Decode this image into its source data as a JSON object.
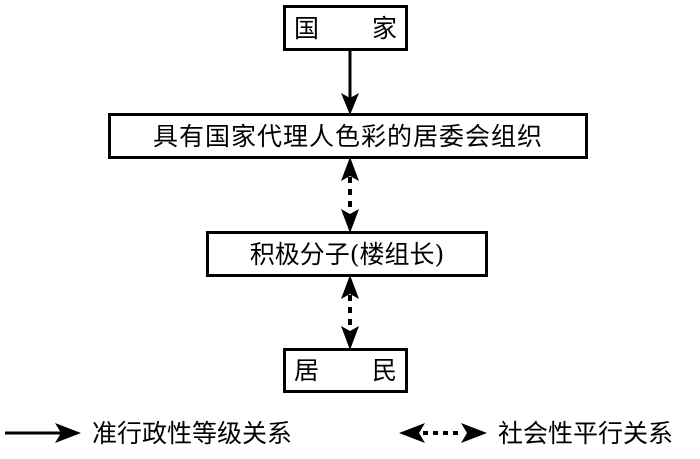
{
  "diagram": {
    "title_present": false,
    "background_color": "#ffffff",
    "line_color": "#000000",
    "nodes": [
      {
        "id": "state",
        "label": "国　家"
      },
      {
        "id": "committee",
        "label": "具有国家代理人色彩的居委会组织"
      },
      {
        "id": "activists",
        "label": "积极分子(楼组长)"
      },
      {
        "id": "residents",
        "label": "居　民"
      }
    ],
    "edges": [
      {
        "id": "state-committee",
        "from": "state",
        "to": "committee",
        "style": "solid",
        "arrows": "down",
        "relation": "准行政性等级关系"
      },
      {
        "id": "committee-activists",
        "from": "committee",
        "to": "activists",
        "style": "dashed",
        "arrows": "both",
        "relation": "社会性平行关系"
      },
      {
        "id": "activists-residents",
        "from": "activists",
        "to": "residents",
        "style": "dashed",
        "arrows": "both",
        "relation": "社会性平行关系"
      }
    ]
  },
  "legend": {
    "items": [
      {
        "id": "hierarchical",
        "glyph": "solid-arrow-right-icon",
        "label": "准行政性等级关系"
      },
      {
        "id": "parallel",
        "glyph": "dotted-double-arrow-icon",
        "label": "社会性平行关系"
      }
    ]
  }
}
